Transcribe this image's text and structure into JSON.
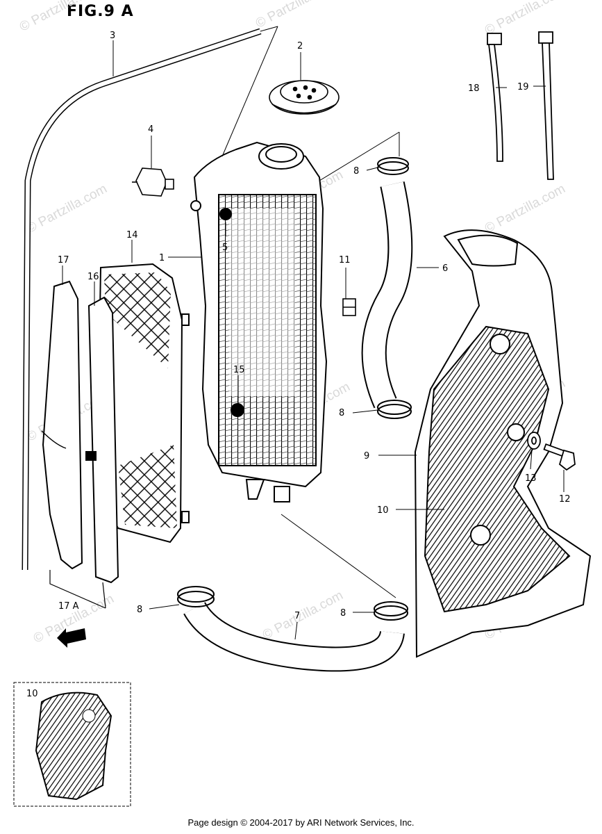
{
  "figure": {
    "title": "FIG.9 A"
  },
  "watermark": {
    "text": "© Partzilla.com"
  },
  "footer": {
    "text": "Page design © 2004-2017 by ARI Network Services, Inc."
  },
  "callouts": {
    "radiator": "1",
    "radiator_cap": "2",
    "overflow_tube": "3",
    "temp_sensor": "4",
    "bolt_upper": "5",
    "hose_upper": "6",
    "hose_lower": "7",
    "clamp": "8",
    "shroud": "9",
    "shroud_decal": "10",
    "clip": "11",
    "shroud_bolt": "12",
    "washer": "13",
    "radiator_guard": "14",
    "bolt_lower": "15",
    "guard_plate_16": "16",
    "guard_plate_17": "17",
    "guard_plate_17a": "17 A",
    "cable_tie_18": "18",
    "cable_tie_19": "19",
    "inset_decal": "10"
  }
}
